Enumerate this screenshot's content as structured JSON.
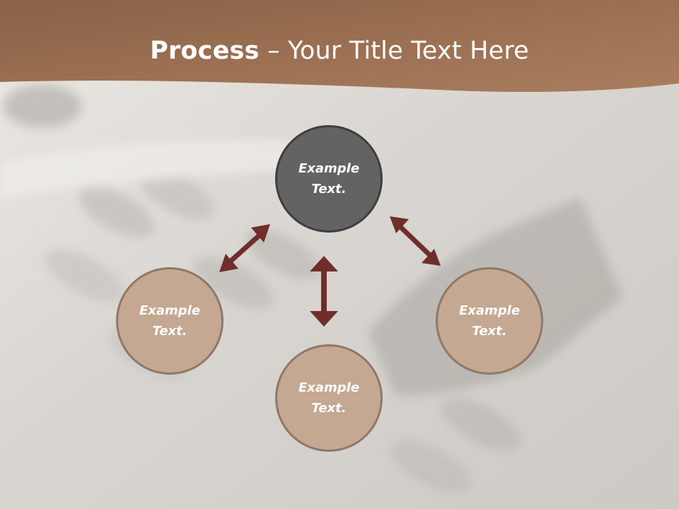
{
  "slide": {
    "title_bold": "Process",
    "title_rest": " – Your Title Text Here"
  },
  "colors": {
    "header_brown": "#9a6e50",
    "arrow": "#6e2e2c",
    "dark_circle": "#636363",
    "light_circle": "#c5a891"
  },
  "nodes": [
    {
      "line1": "Example",
      "line2": "Text."
    },
    {
      "line1": "Example",
      "line2": "Text."
    },
    {
      "line1": "Example",
      "line2": "Text."
    },
    {
      "line1": "Example",
      "line2": "Text."
    }
  ]
}
